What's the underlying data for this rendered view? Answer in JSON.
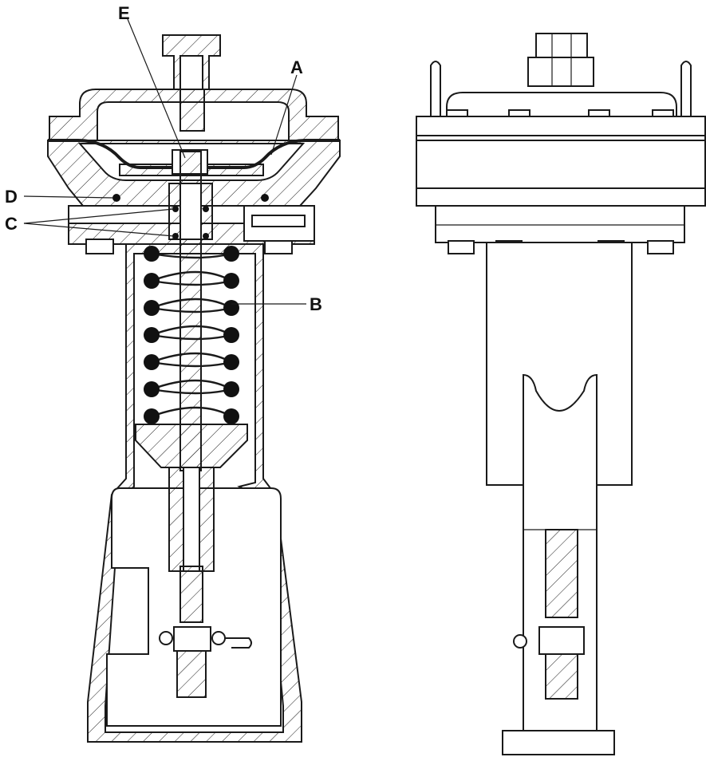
{
  "callouts": {
    "a": "A",
    "b": "B",
    "c": "C",
    "d": "D",
    "e": "E"
  },
  "colors": {
    "line": "#1a1a1a",
    "fill": "#ffffff"
  }
}
